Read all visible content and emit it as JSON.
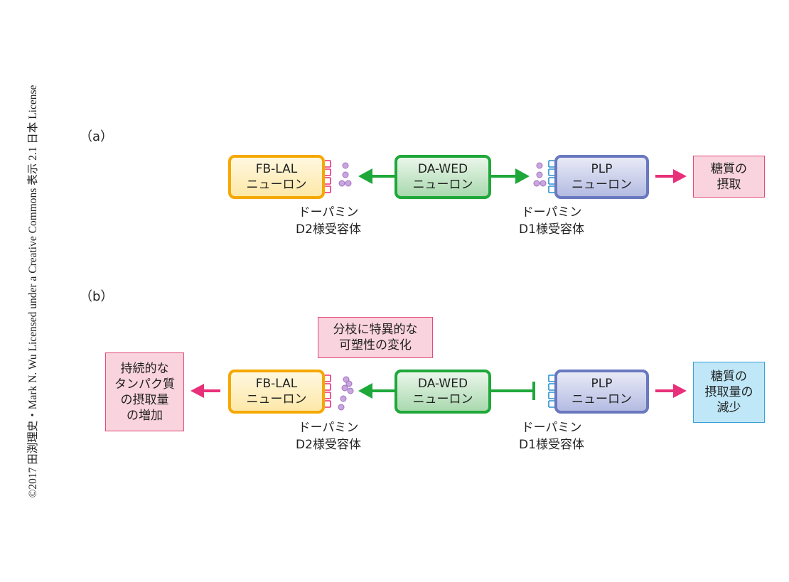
{
  "credit": "©2017 田渕理史・Mark N. Wu Licensed under a Creative Commons 表示 2.1 日本 License",
  "panel_a": {
    "label": "（a）",
    "fb": {
      "name": "FB-LAL",
      "sub": "ニューロン"
    },
    "da": {
      "name": "DA-WED",
      "sub": "ニューロン"
    },
    "plp": {
      "name": "PLP",
      "sub": "ニューロン"
    },
    "d2": {
      "l1": "ドーパミン",
      "l2": "D2様受容体"
    },
    "d1": {
      "l1": "ドーパミン",
      "l2": "D1様受容体"
    },
    "outcome": {
      "l1": "糖質の",
      "l2": "摂取"
    }
  },
  "panel_b": {
    "label": "（b）",
    "plasticity": {
      "l1": "分枝に特異的な",
      "l2": "可塑性の変化"
    },
    "fb": {
      "name": "FB-LAL",
      "sub": "ニューロン"
    },
    "da": {
      "name": "DA-WED",
      "sub": "ニューロン"
    },
    "plp": {
      "name": "PLP",
      "sub": "ニューロン"
    },
    "d2": {
      "l1": "ドーパミン",
      "l2": "D2様受容体"
    },
    "d1": {
      "l1": "ドーパミン",
      "l2": "D1様受容体"
    },
    "left_outcome": {
      "l1": "持続的な",
      "l2": "タンパク質",
      "l3": "の摂取量",
      "l4": "の増加"
    },
    "outcome": {
      "l1": "糖質の",
      "l2": "摂取量の",
      "l3": "減少"
    }
  },
  "colors": {
    "green": "#1fa83a",
    "pink": "#e8307a",
    "receptor_pink": "#e8307a",
    "receptor_blue": "#2a8fd0",
    "dopamine": "#b58ad0"
  }
}
